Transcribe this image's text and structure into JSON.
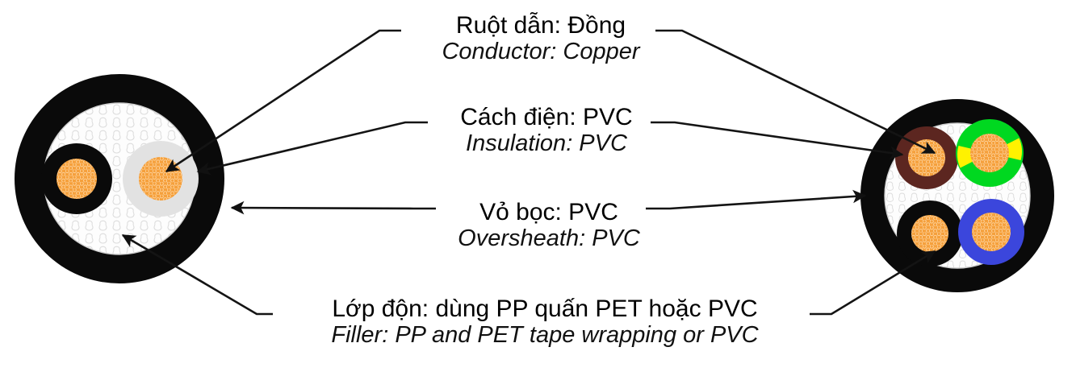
{
  "diagram": {
    "title": "Cable cross-section construction diagram",
    "labels": [
      {
        "id": "conductor",
        "vi": "Ruột dẫn: Đồng",
        "en": "Conductor: Copper"
      },
      {
        "id": "insulation",
        "vi": "Cách điện: PVC",
        "en": "Insulation: PVC"
      },
      {
        "id": "oversheath",
        "vi": "Vỏ bọc: PVC",
        "en": "Oversheath: PVC"
      },
      {
        "id": "filler",
        "vi": "Lớp độn: dùng PP quấn PET hoặc PVC",
        "en": "Filler: PP and PET tape wrapping or PVC"
      }
    ],
    "left_cable": {
      "name": "two-core-cable",
      "core_count": 2,
      "cores": [
        {
          "insulation_color": "#0a0a0a",
          "conductor_color": "#F5A03C"
        },
        {
          "insulation_color": "#E2E2E2",
          "conductor_color": "#F5A03C"
        }
      ]
    },
    "right_cable": {
      "name": "four-core-cable",
      "core_count": 4,
      "cores": [
        {
          "insulation_color": "#5C2620",
          "conductor_color": "#F5A03C",
          "label": "brown"
        },
        {
          "insulation_color": "#00D820",
          "stripe_color": "#FFF200",
          "conductor_color": "#F5A03C",
          "label": "green-yellow"
        },
        {
          "insulation_color": "#0a0a0a",
          "conductor_color": "#F5A03C",
          "label": "black"
        },
        {
          "insulation_color": "#3B46DC",
          "conductor_color": "#F5A03C",
          "label": "blue"
        }
      ]
    },
    "colors": {
      "sheath": "#0a0a0a",
      "filler": "#fdfdfd",
      "filler_outline": "#d8d8d8",
      "copper": "#F5A03C",
      "copper_strand": "#FFD9A8",
      "leader": "#1a1a1a"
    }
  }
}
